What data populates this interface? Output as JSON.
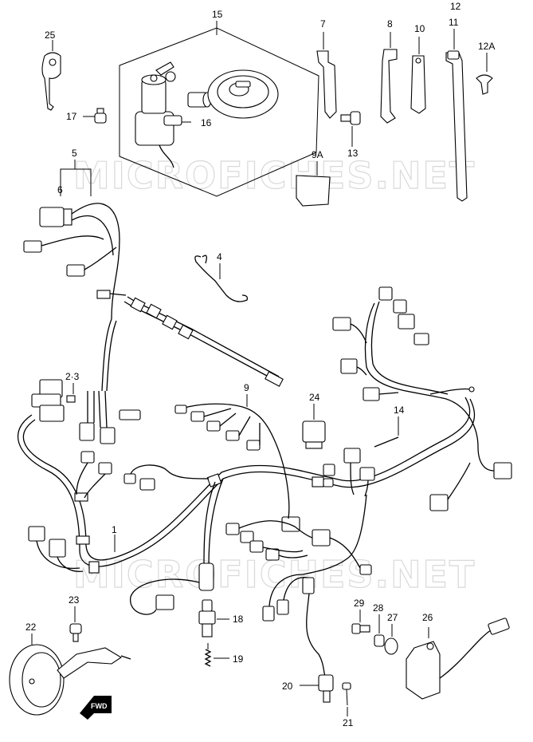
{
  "watermark": "MICROFICHES.NET",
  "fwd_label": "FWD",
  "callouts": {
    "c1": "1",
    "c2_3": "2·3",
    "c4": "4",
    "c5": "5",
    "c6": "6",
    "c7": "7",
    "c8": "8",
    "c9": "9",
    "c9a": "9A",
    "c10": "10",
    "c11": "11",
    "c12": "12",
    "c12a": "12A",
    "c13": "13",
    "c14": "14",
    "c15": "15",
    "c16": "16",
    "c17": "17",
    "c18": "18",
    "c19": "19",
    "c20": "20",
    "c21": "21",
    "c22": "22",
    "c23": "23",
    "c24": "24",
    "c25": "25",
    "c26": "26",
    "c27": "27",
    "c28": "28",
    "c29": "29"
  }
}
